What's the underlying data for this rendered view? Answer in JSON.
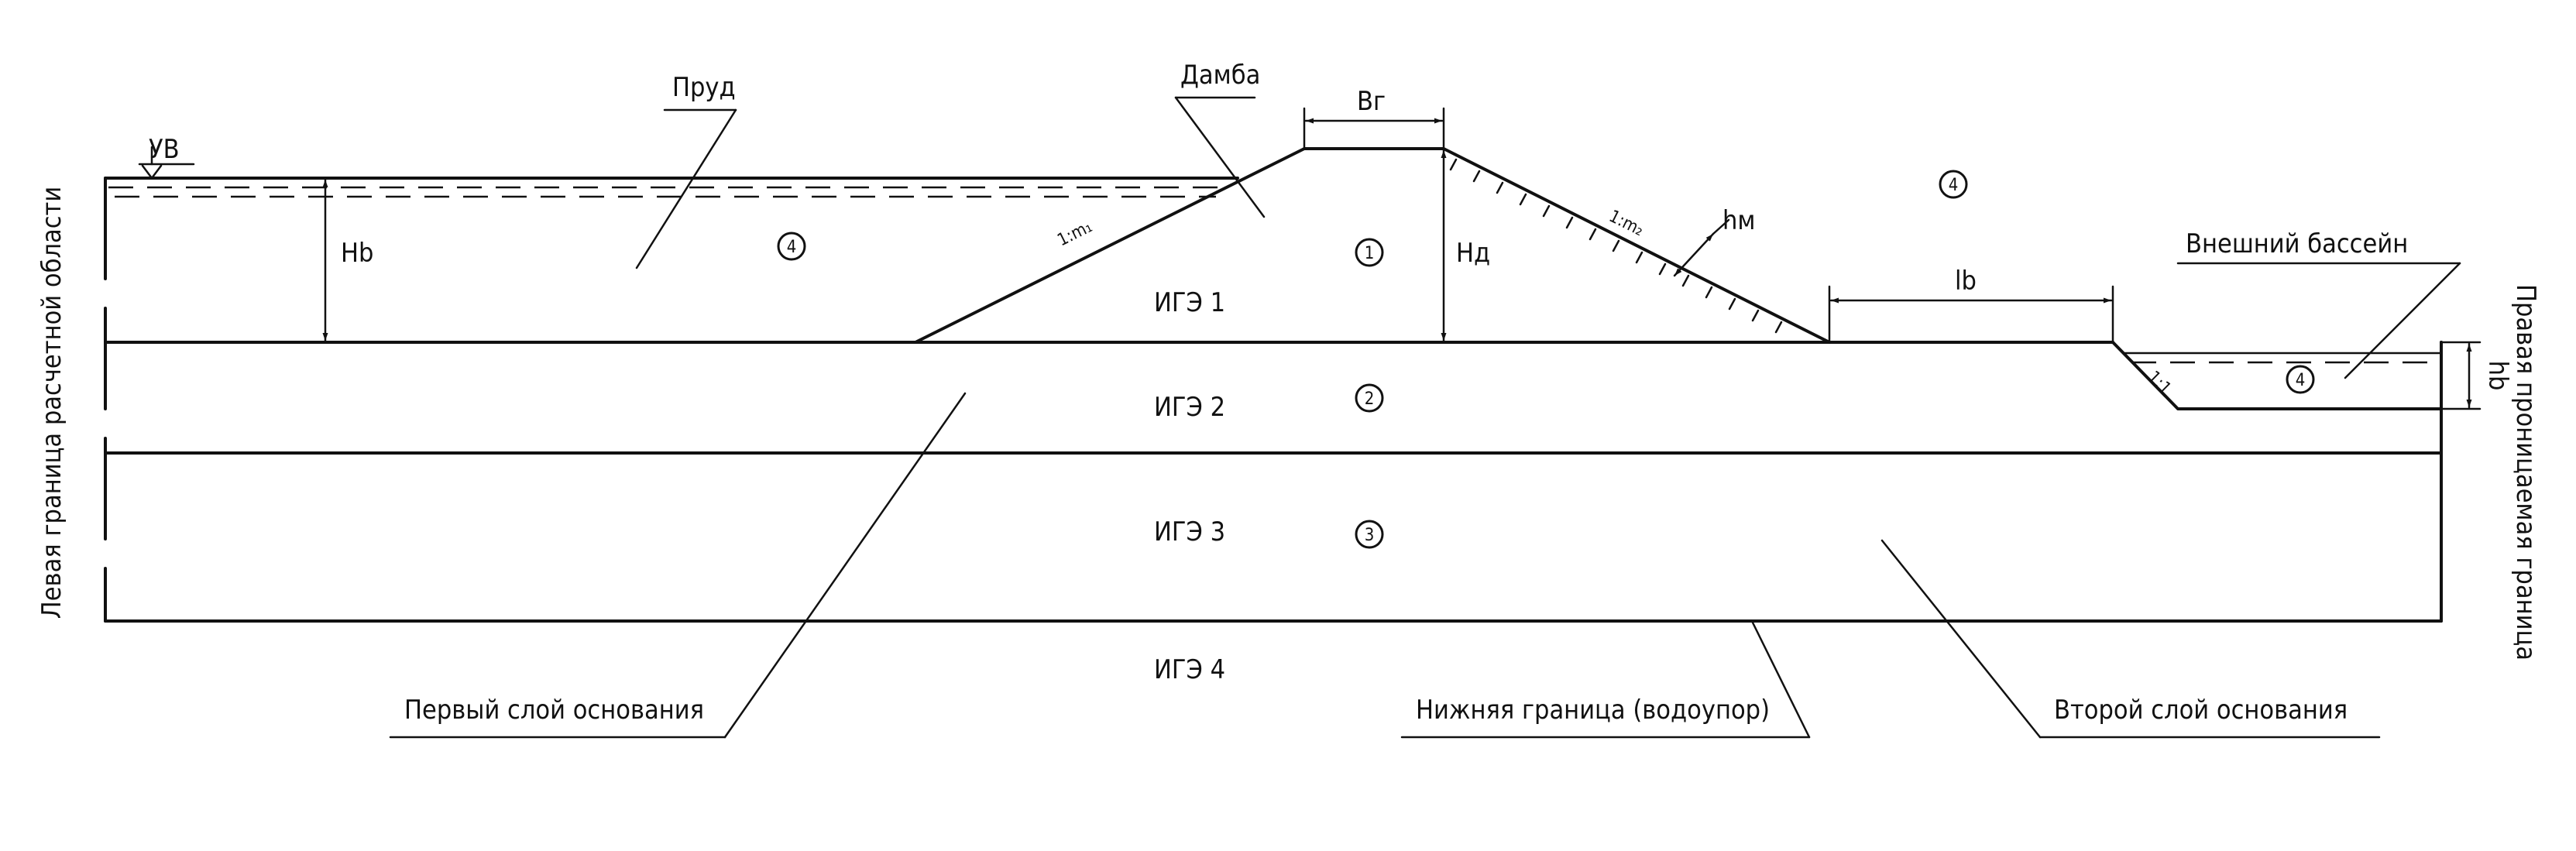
{
  "labels": {
    "water_level": "УВ",
    "pond": "Пруд",
    "dam": "Дамба",
    "crest_width": "Bг",
    "pond_depth": "Hb",
    "dam_height": "Hд",
    "upstream_slope": "1:m₁",
    "downstream_slope": "1:m₂",
    "protect_thickness": "hм",
    "distance_to_basin": "lb",
    "basin_depth": "hb",
    "basin_slope": "1:1",
    "outer_basin": "Внешний бассейн",
    "left_boundary": "Левая граница расчетной области",
    "right_boundary": "Правая проницаемая граница",
    "ige1": "ИГЭ 1",
    "ige2": "ИГЭ 2",
    "ige3": "ИГЭ 3",
    "ige4": "ИГЭ 4",
    "first_layer": "Первый слой основания",
    "lower_boundary": "Нижняя граница (водоупор)",
    "second_layer": "Второй слой основания"
  },
  "zones": {
    "z1": "1",
    "z2": "2",
    "z3": "3",
    "z4": "4"
  }
}
